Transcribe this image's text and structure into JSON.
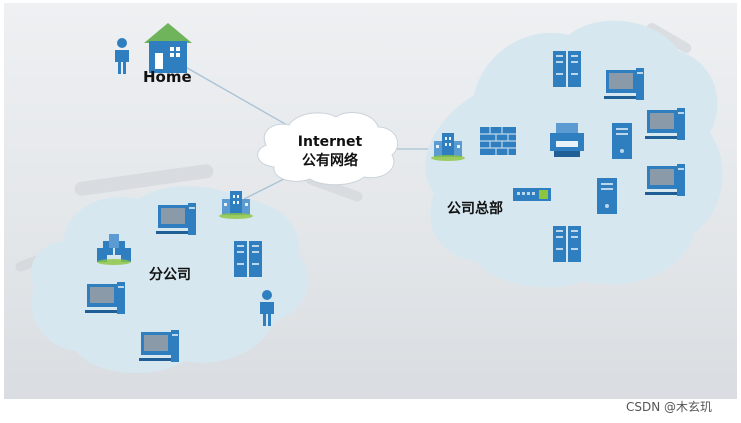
{
  "labels": {
    "home": "Home",
    "internet_line1": "Internet",
    "internet_line2": "公有网络",
    "headquarters": "公司总部",
    "branch": "分公司"
  },
  "footer": "CSDN @木玄玑",
  "colors": {
    "cloud_fill": "#d6e7f0",
    "icon_blue": "#2f7fc0",
    "icon_dark": "#1f5f96",
    "house_roof": "#6fb35a",
    "link_line": "#a9c2d6"
  },
  "icons": [
    "person-icon",
    "house-icon",
    "building-icon",
    "server-rack-icon",
    "desktop-computer-icon",
    "firewall-icon",
    "printer-icon",
    "tower-server-icon",
    "switch-icon",
    "server-cluster-icon"
  ]
}
